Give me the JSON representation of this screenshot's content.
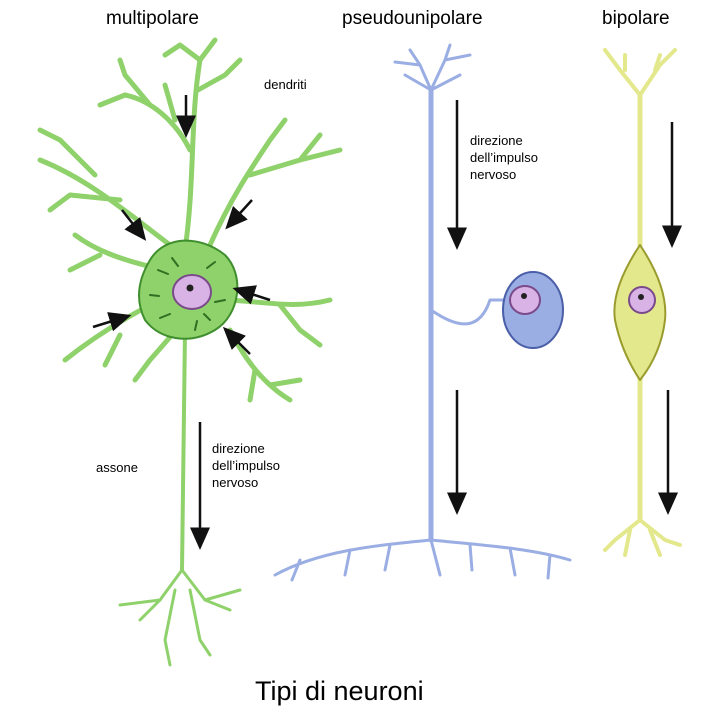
{
  "headings": {
    "multipolar": "multipolare",
    "pseudounipolar": "pseudounipolare",
    "bipolar": "bipolare"
  },
  "labels": {
    "dendrites": "dendriti",
    "axon": "assone",
    "impulse_direction": "direzione\ndell’impulso\nnervoso"
  },
  "title": "Tipi di neuroni",
  "colors": {
    "multipolar_fill": "#8fd16a",
    "multipolar_stroke": "#3f8f2e",
    "pseudounipolar_fill": "#9aaee4",
    "pseudounipolar_stroke": "#4a5fa8",
    "bipolar_fill": "#e4e88c",
    "bipolar_stroke": "#9a9b2e",
    "nucleus_fill": "#d9b3e6",
    "nucleus_stroke": "#7a4a8a",
    "arrow": "#111111"
  }
}
